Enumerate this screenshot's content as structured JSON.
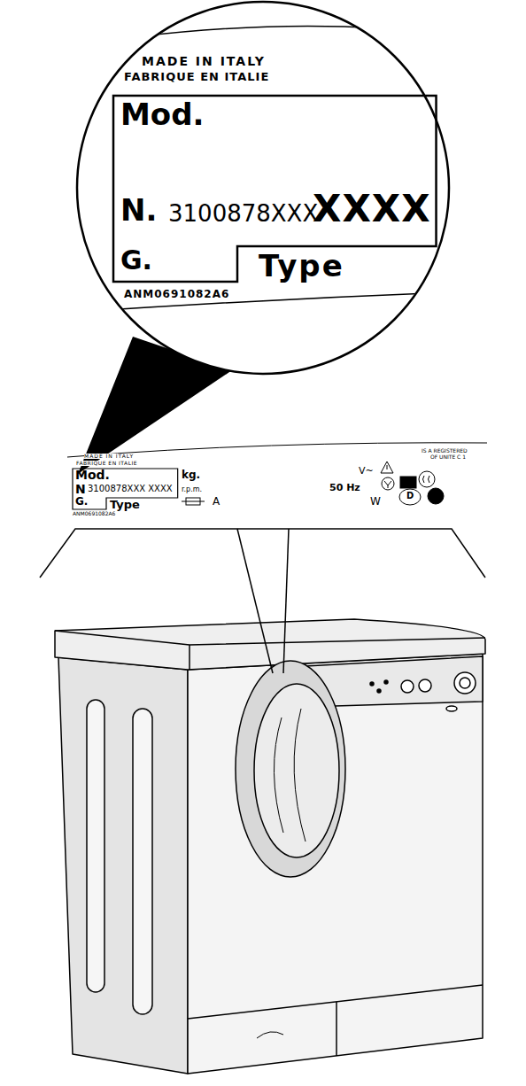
{
  "diagram": {
    "nodes": [
      {
        "text": [
          "Mod.",
          "N.",
          "3100878XXX",
          "XXXX",
          "G."
        ]
      },
      {
        "text": [
          "Mod.",
          "N",
          "3100878XXX XXXX",
          "G."
        ]
      }
    ],
    "labels": [
      "MADE IN ITALY",
      "FABRIQUE EN ITALIE",
      "Type",
      "ANM0691082A6",
      "MADE IN ITALY",
      "FABRIQUE EN ITALIE",
      "Type",
      "ANM0691082A6",
      "kg.",
      "r.p.m.",
      "A",
      "V~",
      "50 Hz",
      "W",
      "IS A REGISTERED",
      "OF UNITE C 1",
      "D"
    ]
  }
}
